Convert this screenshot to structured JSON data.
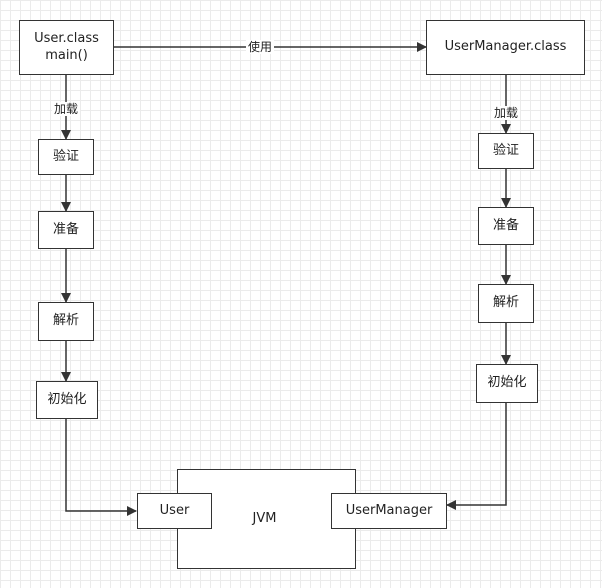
{
  "nodes": {
    "user_class_line1": "User.class",
    "user_class_line2": "main()",
    "usermanager_class": "UserManager.class",
    "left_verify": "验证",
    "left_prepare": "准备",
    "left_resolve": "解析",
    "left_init": "初始化",
    "right_verify": "验证",
    "right_prepare": "准备",
    "right_resolve": "解析",
    "right_init": "初始化",
    "jvm": "JVM",
    "jvm_user": "User",
    "jvm_usermanager": "UserManager"
  },
  "edges": {
    "uses": "使用",
    "left_load": "加载",
    "right_load": "加载"
  },
  "colors": {
    "stroke": "#333333",
    "grid": "#ebebeb",
    "background": "#ffffff"
  }
}
